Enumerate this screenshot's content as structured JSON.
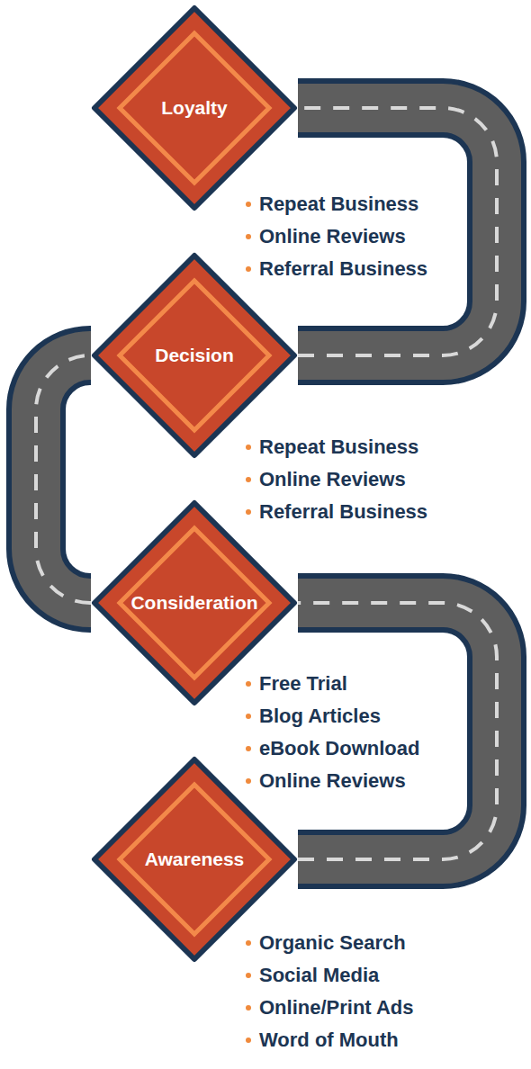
{
  "diagram": {
    "nodes": [
      {
        "text": [
          "Loyalty"
        ]
      },
      {
        "text": [
          "Decision"
        ]
      },
      {
        "text": [
          "Consideration"
        ]
      },
      {
        "text": [
          "Awareness"
        ]
      }
    ],
    "edges": [
      {
        "from": 3,
        "to": 2,
        "arrow": "none"
      },
      {
        "from": 2,
        "to": 1,
        "arrow": "none"
      },
      {
        "from": 1,
        "to": 0,
        "arrow": "none"
      }
    ],
    "labels": [
      "Repeat Business",
      "Online Reviews",
      "Referral Business",
      "Repeat Business",
      "Online Reviews",
      "Referral Business",
      "Free Trial",
      "Blog Articles",
      "eBook Download",
      "Online Reviews",
      "Organic Search",
      "Social Media",
      "Online/Print Ads",
      "Word of Mouth"
    ]
  }
}
